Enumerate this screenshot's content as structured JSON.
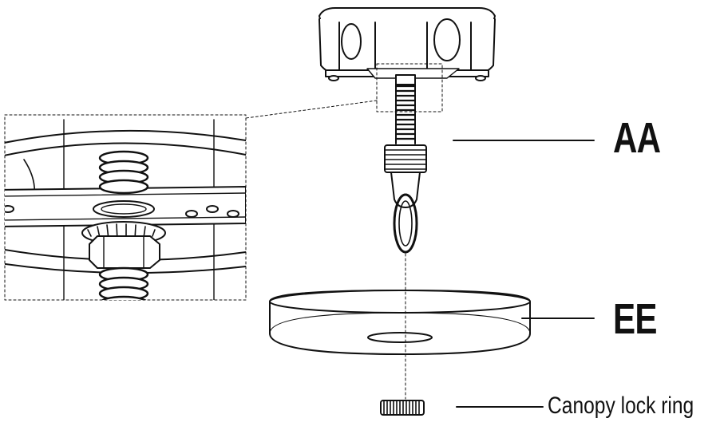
{
  "labels": {
    "aa": "AA",
    "ee": "EE",
    "canopy_lock_ring": "Canopy lock ring"
  },
  "colors": {
    "line": "#111111",
    "fill": "#ffffff",
    "shade": "#dcdcdc",
    "thread": "#333333"
  }
}
